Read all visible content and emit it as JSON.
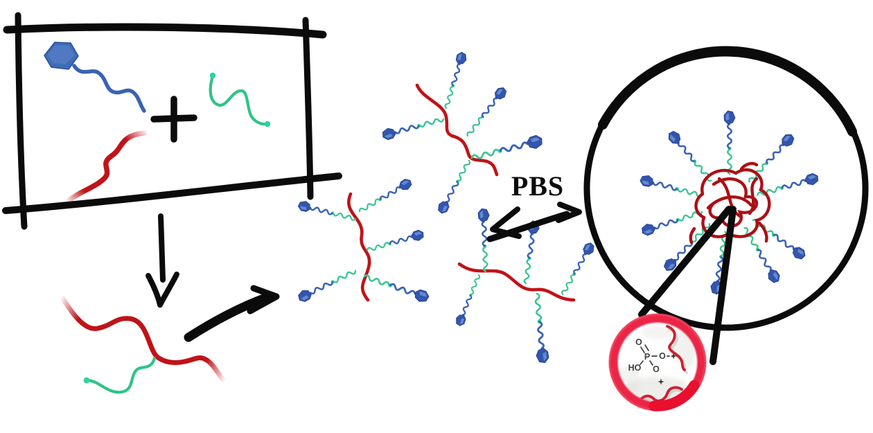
{
  "diagram": {
    "solvent_label": "PBS",
    "phosphate_group": {
      "oxygen_double_bond": "O",
      "phosphorus": "P",
      "hydroxyl": "HO",
      "ester_oxygen_right": "O",
      "ester_oxygen_bottom": "O"
    },
    "colors": {
      "ink_black": "#0b0b0b",
      "chain_blue": "#3c63b6",
      "head_blue": "#3355ad",
      "chain_green": "#2ec487",
      "chain_red": "#c01318",
      "micelle_core_red": "#ab1016",
      "inset_ring_red": "#ec2445",
      "chem_gray": "#3f3f3f"
    }
  }
}
